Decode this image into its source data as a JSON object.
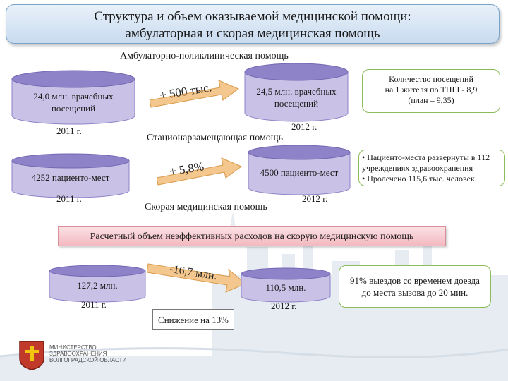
{
  "title": {
    "line1": "Структура и объем оказываемой медицинской помощи:",
    "line2": "амбулаторная и скорая медицинская помощь"
  },
  "ambulatory": {
    "heading": "Амбулаторно-поликлиническая помощь",
    "left_label_1": "24,0 млн. врачебных",
    "left_label_2": "посещений",
    "left_year": "2011 г.",
    "arrow_text": "+ 500 тыс.",
    "right_label_1": "24,5 млн. врачебных",
    "right_label_2": "посещений",
    "right_year": "2012 г.",
    "note_1": "Количество посещений",
    "note_2": "на 1 жителя по ТПГГ- 8,9",
    "note_3": "(план – 9,35)"
  },
  "inpatient": {
    "heading": "Стационарзамещающая помощь",
    "left_label": "4252 пациенто-мест",
    "left_year": "2011 г.",
    "arrow_text": "+ 5,8%",
    "right_label": "4500 пациенто-мест",
    "right_year": "2012 г.",
    "note_1": "• Пациенто-места развернуты в 112",
    "note_2": "учреждениях здравоохранения",
    "note_3": "• Пролечено 115,6 тыс. человек"
  },
  "emergency": {
    "heading": "Скорая медицинская помощь",
    "banner": "Расчетный объем неэффективных расходов на скорую медицинскую помощь",
    "left_label": "127,2 млн.",
    "left_year": "2011 г.",
    "arrow_text": "-16,7 млн.",
    "right_label": "110,5 млн.",
    "right_year": "2012 г.",
    "reduction": "Снижение на 13%",
    "note_1": "91% выездов со временем доезда",
    "note_2": "до места вызова до 20 мин."
  },
  "logo": {
    "line1": "МИНИСТЕРСТВО",
    "line2": "ЗДРАВООХРАНЕНИЯ",
    "line3": "ВОЛГОГРАДСКОЙ ОБЛАСТИ"
  },
  "colors": {
    "cylinder_top": "#c9c2e6",
    "cylinder_side": "#8e83c8",
    "arrow_fill": "#f4c78e",
    "note_border": "#8bbd5a",
    "banner_fill": "#f3b9c0"
  }
}
